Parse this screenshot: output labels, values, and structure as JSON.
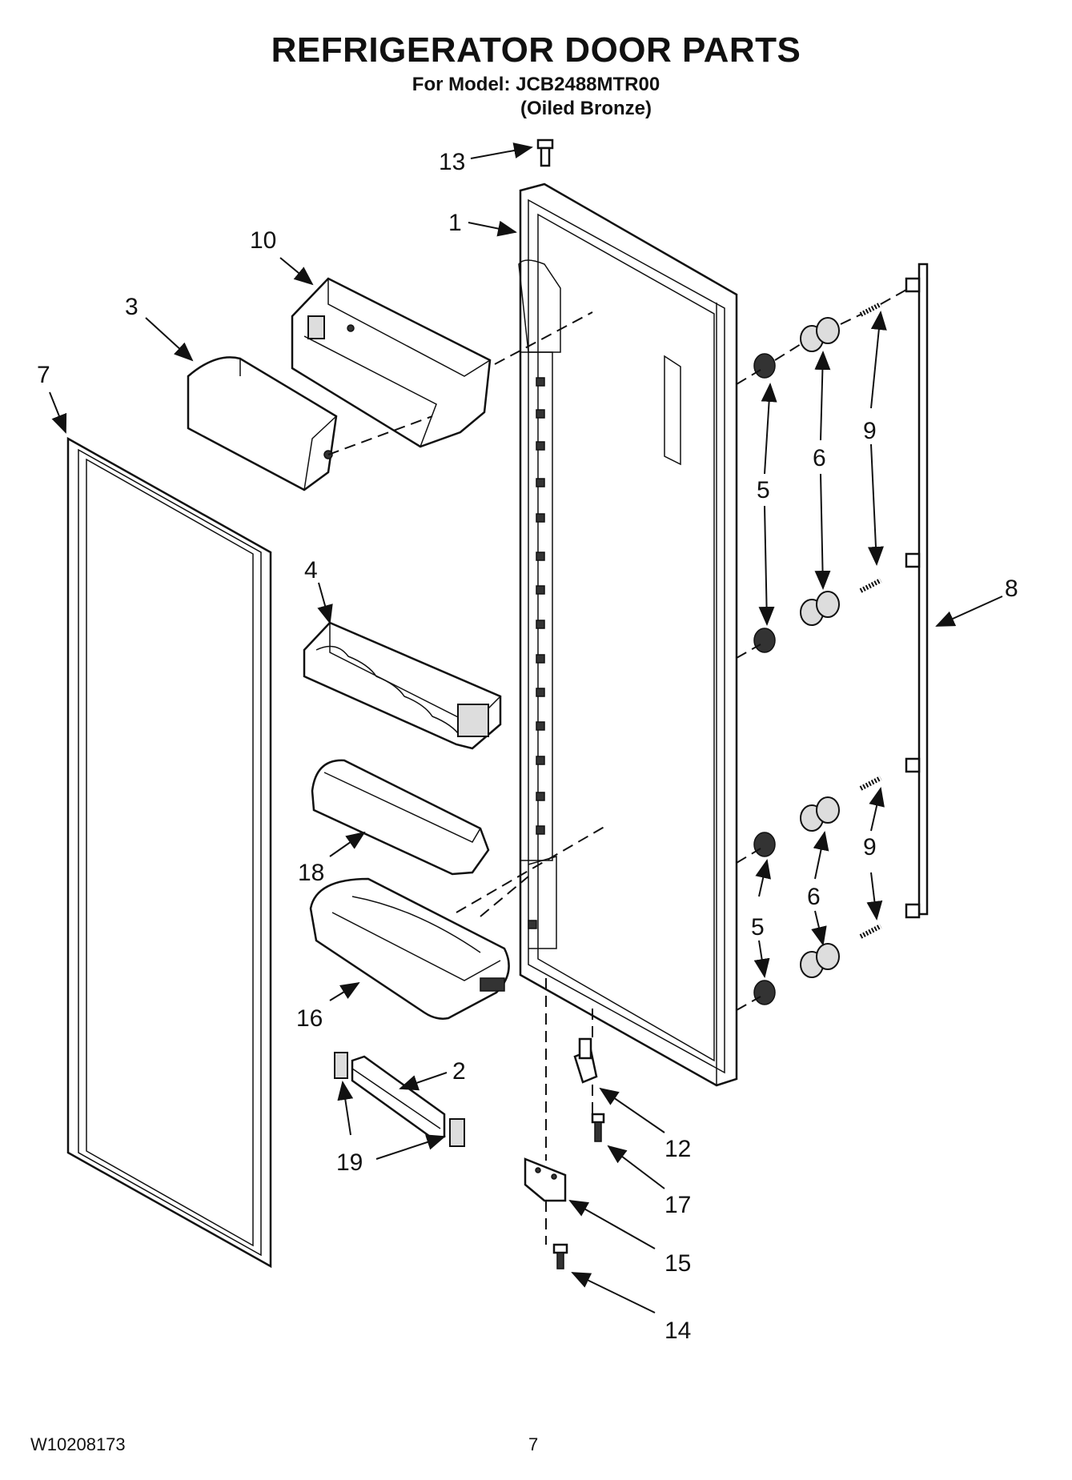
{
  "header": {
    "title": "REFRIGERATOR DOOR PARTS",
    "model_line": "For Model: JCB2488MTR00",
    "finish": "(Oiled Bronze)"
  },
  "footer": {
    "doc_number": "W10208173",
    "page_number": "7"
  },
  "callouts": {
    "c1": "1",
    "c2": "2",
    "c3": "3",
    "c4": "4",
    "c5a": "5",
    "c5b": "5",
    "c6a": "6",
    "c6b": "6",
    "c7": "7",
    "c8": "8",
    "c9a": "9",
    "c9b": "9",
    "c10": "10",
    "c12": "12",
    "c13": "13",
    "c14": "14",
    "c15": "15",
    "c16": "16",
    "c17": "17",
    "c18": "18",
    "c19": "19"
  }
}
